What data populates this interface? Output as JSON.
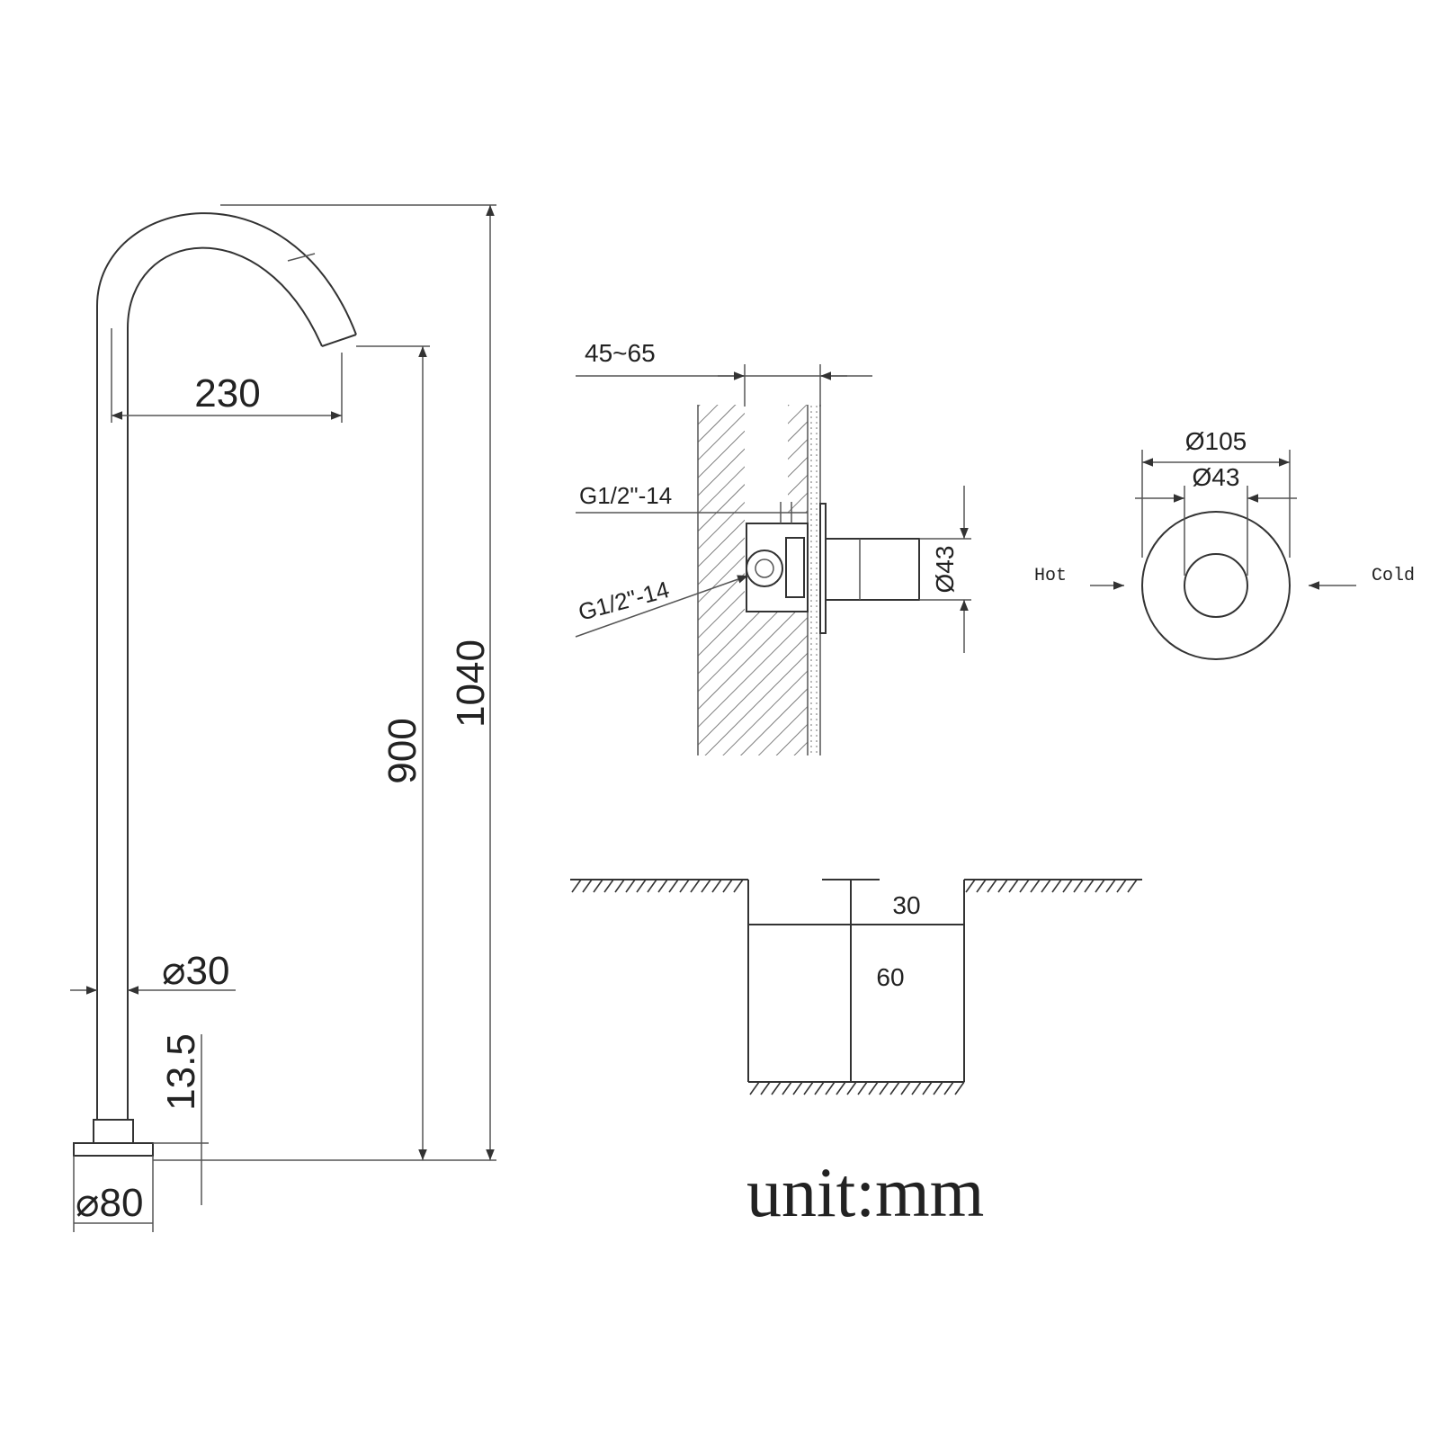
{
  "faucet": {
    "spout_reach": "230",
    "outlet_height": "900",
    "total_height": "1040",
    "pipe_diameter": "⌀30",
    "base_height": "13.5",
    "base_diameter": "⌀80"
  },
  "valve": {
    "wall_depth": "45~65",
    "thread_top": "G1/2\"-14",
    "thread_bottom": "G1/2\"-14",
    "handle_diameter": "Ø43"
  },
  "plate": {
    "outer_diameter": "Ø105",
    "inner_diameter": "Ø43",
    "hot_label": "Hot",
    "cold_label": "Cold"
  },
  "recess": {
    "depth_top": "30",
    "depth_main": "60"
  },
  "unit_label": "unit:mm"
}
